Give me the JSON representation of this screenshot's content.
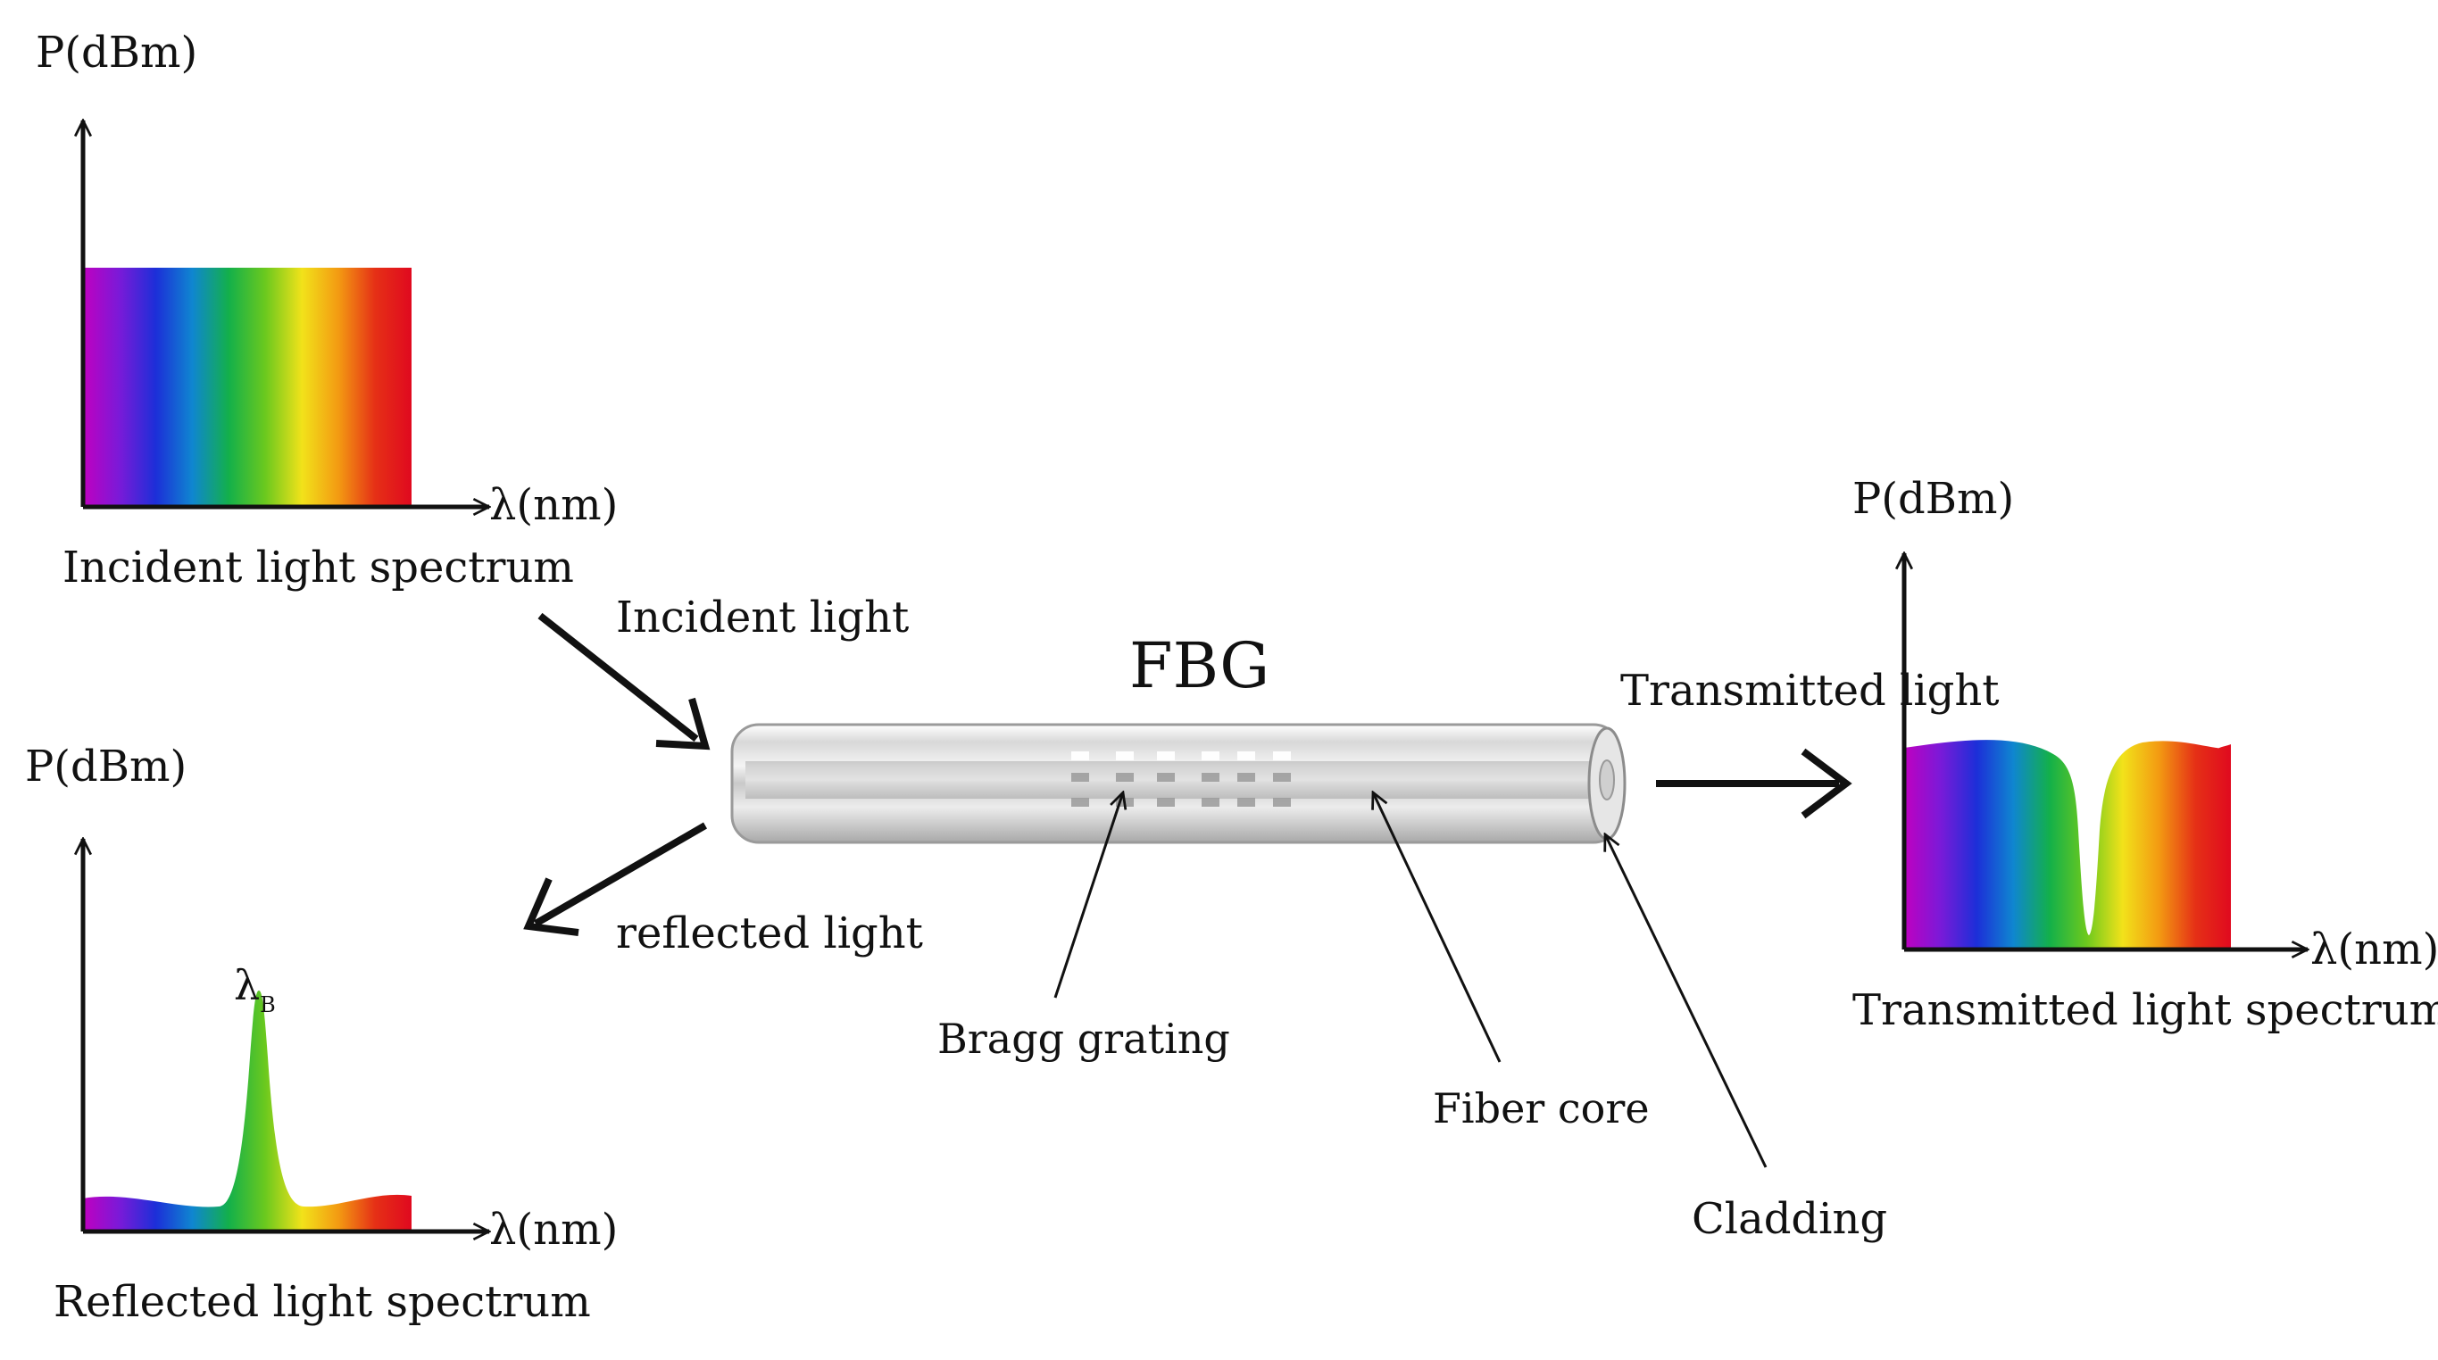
{
  "incident_panel": {
    "y_axis_label": "P(dBm)",
    "x_axis_label": "λ(nm)",
    "caption": "Incident light spectrum"
  },
  "reflected_panel": {
    "y_axis_label": "P(dBm)",
    "x_axis_label": "λ(nm)",
    "caption": "Reflected light spectrum",
    "peak_label": "λ",
    "peak_label_subscript": "B"
  },
  "transmitted_panel": {
    "y_axis_label": "P(dBm)",
    "x_axis_label": "λ(nm)",
    "caption": "Transmitted light spectrum"
  },
  "fiber": {
    "title": "FBG",
    "incident_arrow_label": "Incident light",
    "reflected_arrow_label": "reflected light",
    "transmitted_arrow_label": "Transmitted light",
    "grating_label": "Bragg grating",
    "core_label": "Fiber core",
    "cladding_label": "Cladding"
  },
  "spectrum_colors": [
    "#c000c0",
    "#7a1ad8",
    "#1c2fd8",
    "#0f86d0",
    "#13b04a",
    "#6cc91e",
    "#f2e21a",
    "#f39a12",
    "#e53016",
    "#e0091f"
  ]
}
